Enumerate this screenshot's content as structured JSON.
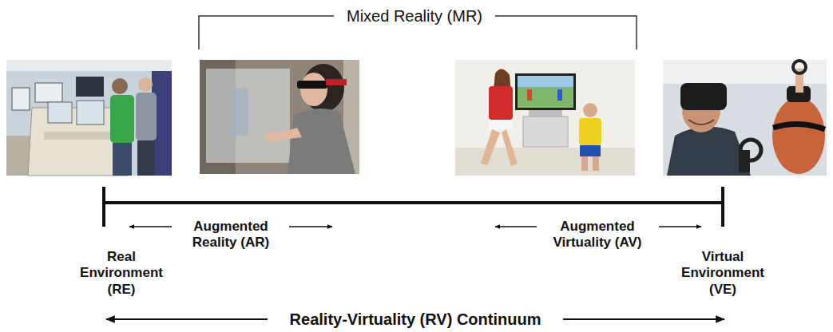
{
  "diagram": {
    "labels": [
      "Mixed Reality (MR)",
      "Augmented Reality (AR)",
      "Augmented Virtuality (AV)",
      "Real Environment (RE)",
      "Virtual Environment (VE)",
      "Reality-Virtuality (RV) Continuum"
    ]
  }
}
